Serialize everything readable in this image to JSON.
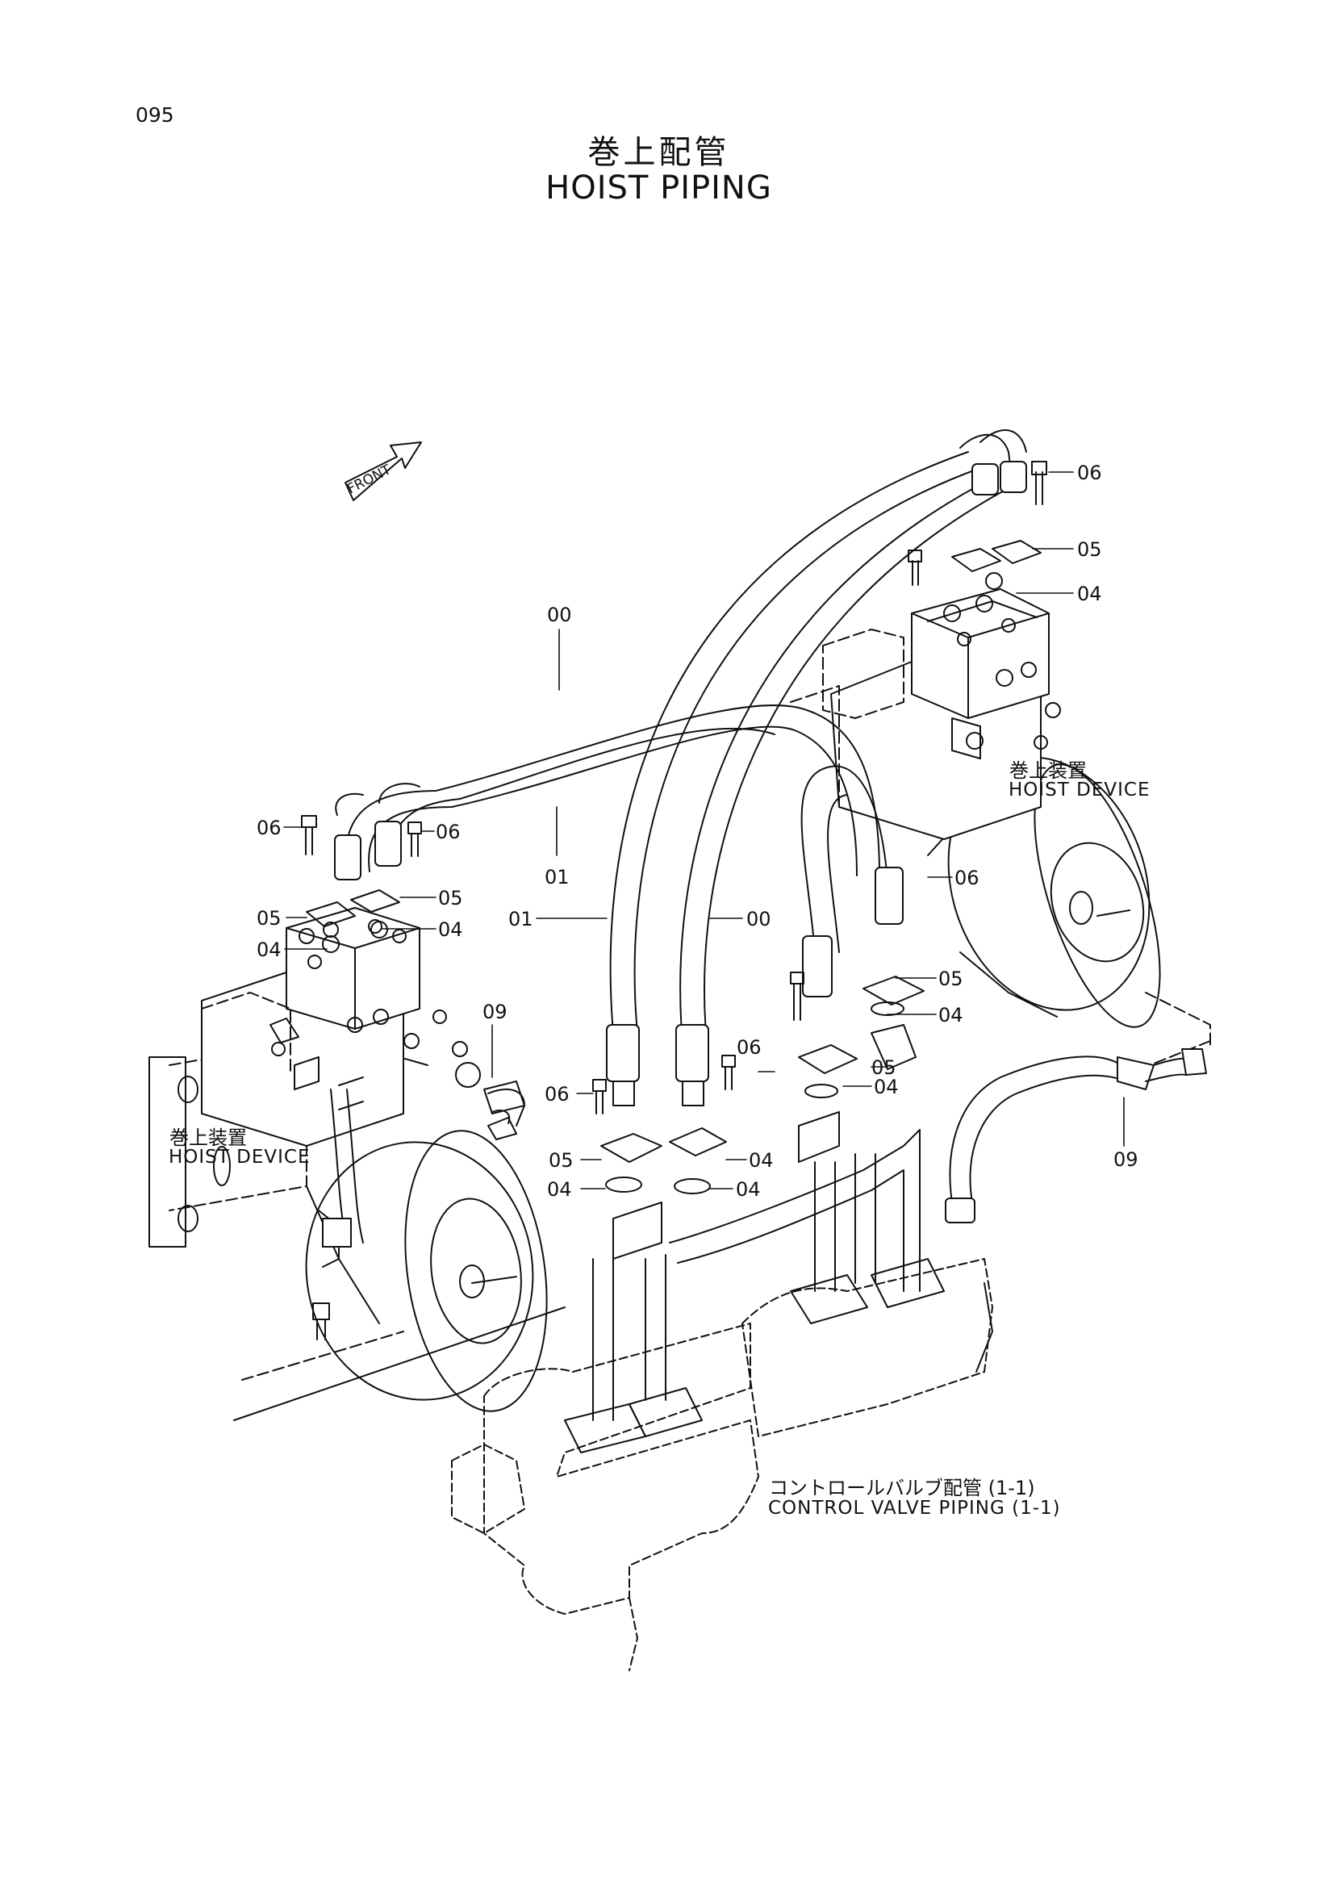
{
  "page_number": "095",
  "title_jp": "巻上配管",
  "title_en": "HOIST PIPING",
  "front_arrow": "FRONT",
  "callouts": {
    "c00_top": "00",
    "c01_mid": "01",
    "c01_left": "01",
    "c00_right": "00",
    "c06_rt": "06",
    "c05_rt": "05",
    "c04_rt": "04",
    "c06_lt1": "06",
    "c06_lt2": "06",
    "c05_lt1": "05",
    "c05_lt2": "05",
    "c04_lt1": "04",
    "c04_lt2": "04",
    "c09_left": "09",
    "c06_mr": "06",
    "c05_mr": "05",
    "c04_mr": "04",
    "c06_cn1": "06",
    "c06_cn2": "06",
    "c05_cn1": "05",
    "c05_cn2": "05",
    "c04_cn1": "04",
    "c04_cn2": "04",
    "c04_cn3": "04",
    "c04_cn4": "04",
    "c09_right": "09"
  },
  "labels": {
    "hoist_device_right_jp": "巻上装置",
    "hoist_device_right_en": "HOIST DEVICE",
    "hoist_device_left_jp": "巻上装置",
    "hoist_device_left_en": "HOIST DEVICE",
    "control_valve_jp": "コントロールバルブ配管 (1-1)",
    "control_valve_en": "CONTROL VALVE PIPING (1-1)"
  }
}
